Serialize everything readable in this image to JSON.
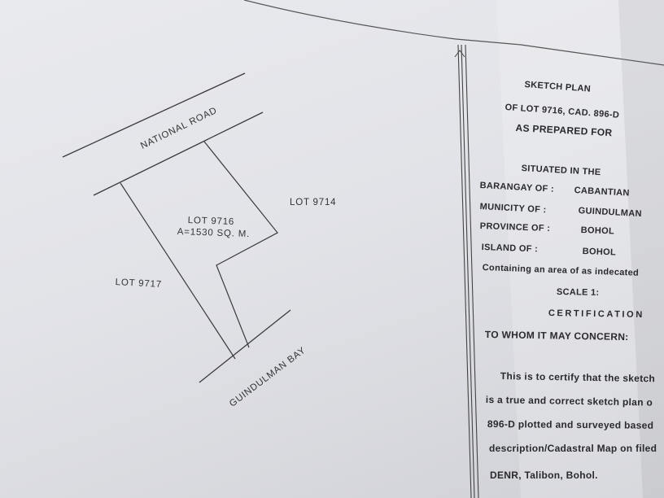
{
  "plan": {
    "national_road": "NATIONAL ROAD",
    "lot_9714": "LOT 9714",
    "lot_9716": "LOT 9716",
    "area": "A=1530 SQ. M.",
    "lot_9717": "LOT 9717",
    "bay": "GUINDULMAN BAY"
  },
  "header": {
    "title": "SKETCH PLAN",
    "of_lot": "OF LOT 9716, CAD. 896-D",
    "prepared_for": "AS PREPARED FOR"
  },
  "location": {
    "situated": "SITUATED IN THE",
    "barangay_label": "BARANGAY OF :",
    "barangay_value": "CABANTIAN",
    "municipality_label": "MUNICITY OF :",
    "municipality_value": "GUINDULMAN",
    "province_label": "PROVINCE OF :",
    "province_value": "BOHOL",
    "island_label": "ISLAND  OF :",
    "island_value": "BOHOL",
    "containing": "Containing an area of  as indecated",
    "scale": "SCALE 1:"
  },
  "certification": {
    "heading": "CERTIFICATION",
    "to_whom": "TO WHOM IT MAY CONCERN:",
    "line1": "This is to certify that the sketch",
    "line2": "is a true and correct  sketch plan  o",
    "line3": "896-D plotted and surveyed  based",
    "line4": "description/Cadastral Map on filed",
    "line5": "DENR, Talibon, Bohol."
  }
}
